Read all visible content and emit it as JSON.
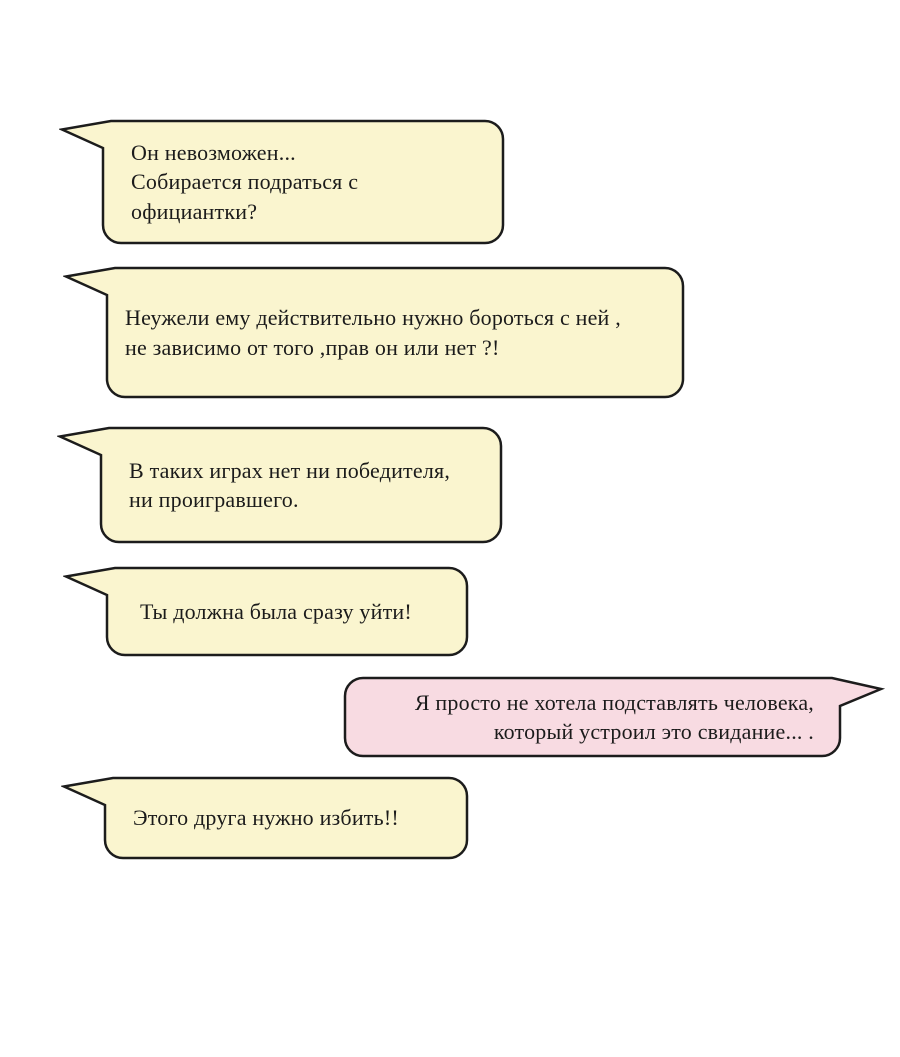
{
  "page": {
    "kind": "manga-dialogue-page",
    "background": "#ffffff"
  },
  "colors": {
    "yellow_fill": "#faf5cf",
    "pink_fill": "#f8dbe2",
    "border": "#1c1c1c",
    "text": "#1b1b1b"
  },
  "bubbles": [
    {
      "speaker_side": "left",
      "fill": "yellow",
      "text": "Он невозможен...\nСобирается подраться с\nофициантки?"
    },
    {
      "speaker_side": "left",
      "fill": "yellow",
      "text": "Неужели ему действительно нужно бороться с ней ,\nне зависимо от того ,прав он или нет ?!"
    },
    {
      "speaker_side": "left",
      "fill": "yellow",
      "text": "В таких играх нет ни победителя,\nни проигравшего."
    },
    {
      "speaker_side": "left",
      "fill": "yellow",
      "text": "Ты должна была сразу уйти!"
    },
    {
      "speaker_side": "right",
      "fill": "pink",
      "text": "Я просто не хотела подставлять человека,\nкоторый устроил это свидание... ."
    },
    {
      "speaker_side": "left",
      "fill": "yellow",
      "text": "Этого друга нужно избить!!"
    }
  ]
}
